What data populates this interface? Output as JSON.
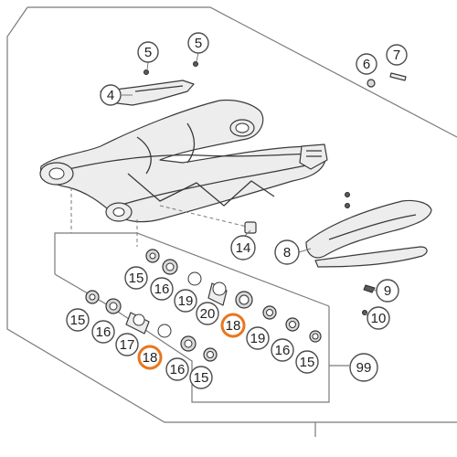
{
  "diagram": {
    "callouts": [
      {
        "label": "5",
        "highlight": false
      },
      {
        "label": "5",
        "highlight": false
      },
      {
        "label": "6",
        "highlight": false
      },
      {
        "label": "7",
        "highlight": false
      },
      {
        "label": "4",
        "highlight": false
      },
      {
        "label": "14",
        "highlight": false
      },
      {
        "label": "8",
        "highlight": false
      },
      {
        "label": "9",
        "highlight": false
      },
      {
        "label": "10",
        "highlight": false
      },
      {
        "label": "15",
        "highlight": false
      },
      {
        "label": "16",
        "highlight": false
      },
      {
        "label": "19",
        "highlight": false
      },
      {
        "label": "20",
        "highlight": false
      },
      {
        "label": "18",
        "highlight": true
      },
      {
        "label": "19",
        "highlight": false
      },
      {
        "label": "16",
        "highlight": false
      },
      {
        "label": "15",
        "highlight": false
      },
      {
        "label": "15",
        "highlight": false
      },
      {
        "label": "16",
        "highlight": false
      },
      {
        "label": "17",
        "highlight": false
      },
      {
        "label": "18",
        "highlight": true
      },
      {
        "label": "16",
        "highlight": false
      },
      {
        "label": "15",
        "highlight": false
      },
      {
        "label": "99",
        "highlight": false
      }
    ],
    "colors": {
      "highlight": "#e8761f",
      "line": "#4d4d4d",
      "part_fill": "#ededed"
    }
  }
}
